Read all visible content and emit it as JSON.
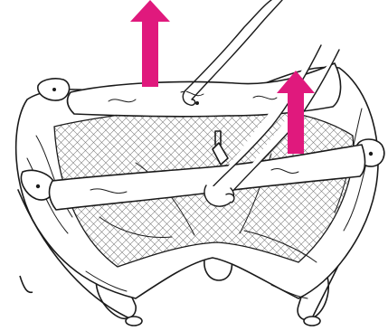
{
  "figure": {
    "subject-icon": "playard-lift-illustration",
    "arrow_color": "#e0197d",
    "line_color": "#1a1a1a",
    "arrows": [
      {
        "icon": "up-arrow-icon",
        "direction": "up"
      },
      {
        "icon": "up-arrow-icon",
        "direction": "up"
      }
    ]
  }
}
